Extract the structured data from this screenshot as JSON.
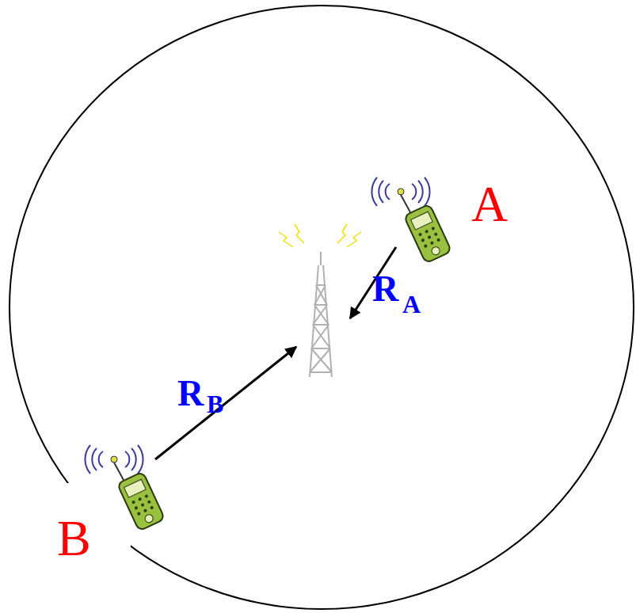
{
  "diagram": {
    "labels": [
      "A",
      "R",
      "A",
      "R",
      "B",
      "B"
    ]
  }
}
